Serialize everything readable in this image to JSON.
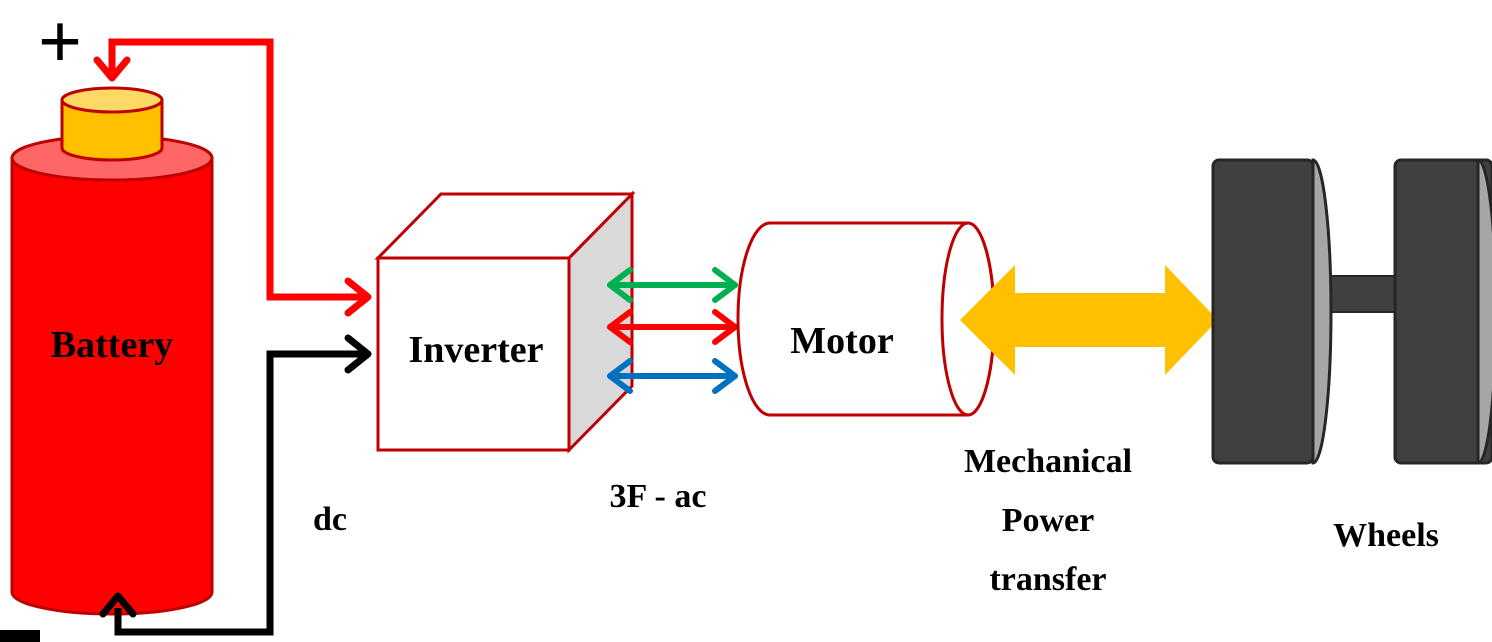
{
  "labels": {
    "battery": "Battery",
    "inverter": "Inverter",
    "motor": "Motor",
    "dc": "dc",
    "ac": "3F - ac",
    "mech_line1": "Mechanical",
    "mech_line2": "Power",
    "mech_line3": "transfer",
    "wheels": "Wheels",
    "plus": "+",
    "minus": "-"
  },
  "colors": {
    "battery_body": "#ff0000",
    "battery_top": "#ff6666",
    "battery_cap": "#ffc000",
    "positive_wire": "#ff0000",
    "negative_wire": "#000000",
    "inverter_edge": "#c00000",
    "inverter_side": "#d9d9d9",
    "phase_a": "#00b050",
    "phase_b": "#ff0000",
    "phase_c": "#0070c0",
    "mech_arrow": "#ffc000",
    "wheel": "#404040",
    "wheel_rim": "#a6a6a6"
  }
}
